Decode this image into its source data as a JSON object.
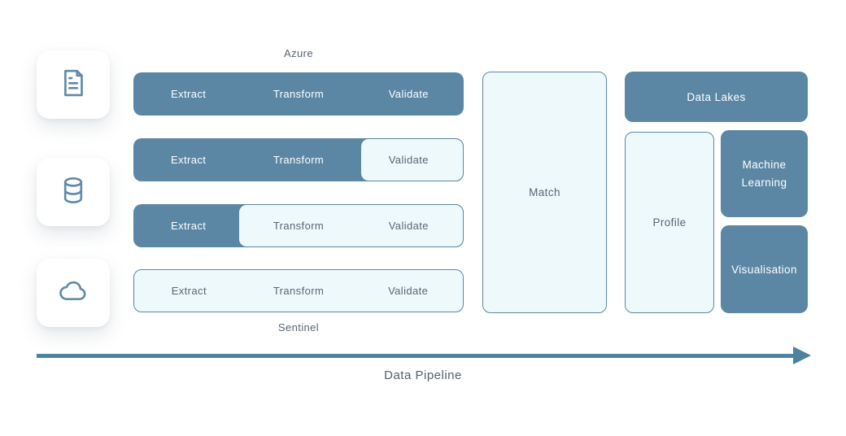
{
  "palette": {
    "primary": "#5b87a4",
    "light_fill": "#eef9fc",
    "border": "#5b87a4",
    "arrow": "#4d82a3",
    "text_dark": "#5a6572",
    "text_light": "#ffffff",
    "icon_stroke": "#5f8aa8"
  },
  "sources": {
    "icons": [
      "document-icon",
      "database-icon",
      "cloud-icon"
    ]
  },
  "pipeline": {
    "top_label": "Azure",
    "bottom_label": "Sentinel",
    "stages": [
      "Extract",
      "Transform",
      "Validate"
    ],
    "rows": [
      {
        "completed_stages": 3
      },
      {
        "completed_stages": 2
      },
      {
        "completed_stages": 1
      },
      {
        "completed_stages": 0
      }
    ]
  },
  "match": {
    "label": "Match"
  },
  "outputs": {
    "data_lakes": "Data Lakes",
    "profile": "Profile",
    "machine_learning": "Machine Learning",
    "visualisation": "Visualisation"
  },
  "arrow": {
    "caption": "Data Pipeline"
  }
}
